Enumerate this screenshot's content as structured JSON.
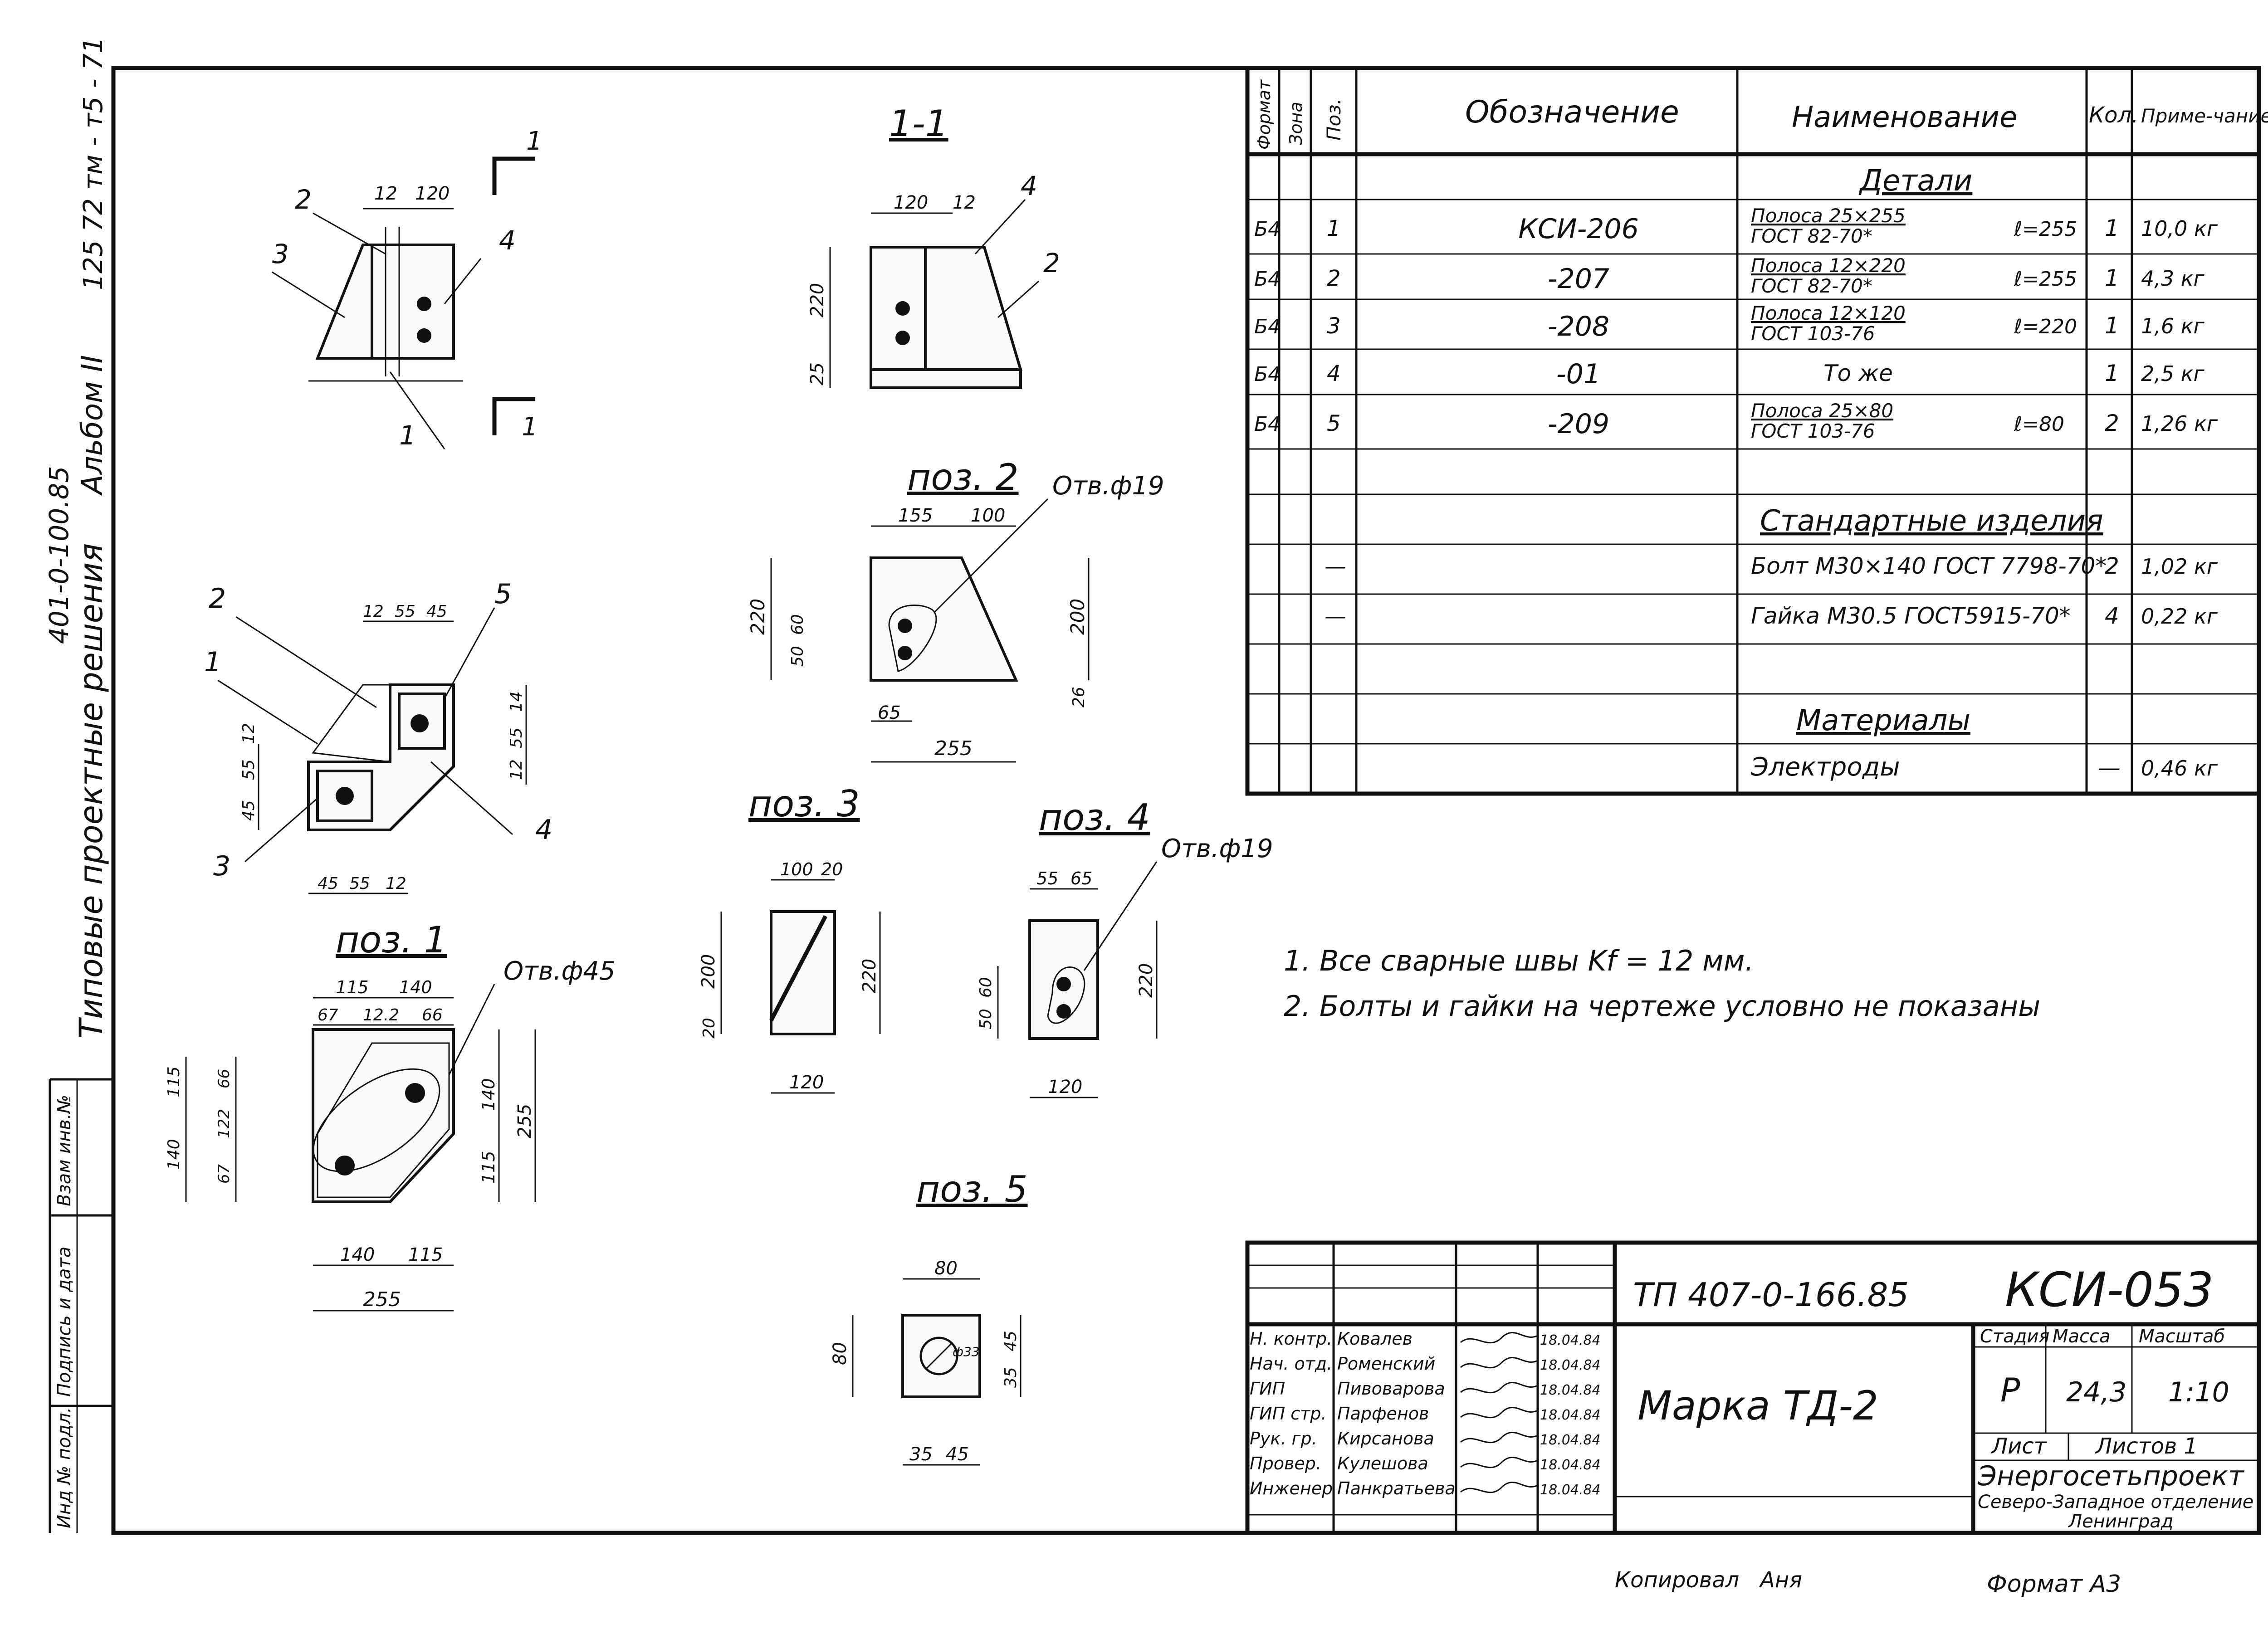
{
  "margin": {
    "album_code": "125 72 тм - т5 - 71",
    "album_title": "Альбом II",
    "project_code": "401-0-100.85",
    "series_title": "Типовые проектные решения",
    "inv_labels": [
      "Инд № подл.",
      "Подпись и дата",
      "Взам инв.№"
    ]
  },
  "spec": {
    "headers": [
      "Формат",
      "Зона",
      "Поз.",
      "Обозначение",
      "Наименование",
      "Кол.",
      "Приме-чание"
    ],
    "section_details": "Детали",
    "rows": [
      {
        "format": "Б4",
        "pos": "1",
        "designation": "КСИ-206",
        "name_top": "Полоса 25×255",
        "name_bottom": "ГОСТ 82-70*",
        "length": "ℓ=255",
        "qty": "1",
        "note": "10,0 кг"
      },
      {
        "format": "Б4",
        "pos": "2",
        "designation": "-207",
        "name_top": "Полоса 12×220",
        "name_bottom": "ГОСТ 82-70*",
        "length": "ℓ=255",
        "qty": "1",
        "note": "4,3 кг"
      },
      {
        "format": "Б4",
        "pos": "3",
        "designation": "-208",
        "name_top": "Полоса 12×120",
        "name_bottom": "ГОСТ 103-76",
        "length": "ℓ=220",
        "qty": "1",
        "note": "1,6 кг"
      },
      {
        "format": "Б4",
        "pos": "4",
        "designation": "-01",
        "name_top": "То же",
        "name_bottom": "",
        "length": "",
        "qty": "1",
        "note": "2,5 кг"
      },
      {
        "format": "Б4",
        "pos": "5",
        "designation": "-209",
        "name_top": "Полоса 25×80",
        "name_bottom": "ГОСТ 103-76",
        "length": "ℓ=80",
        "qty": "2",
        "note": "1,26 кг"
      }
    ],
    "section_standard": "Стандартные изделия",
    "standard_rows": [
      {
        "pos": "—",
        "name": "Болт М30×140 ГОСТ 7798-70*",
        "qty": "2",
        "note": "1,02 кг"
      },
      {
        "pos": "—",
        "name": "Гайка М30.5 ГОСТ5915-70*",
        "qty": "4",
        "note": "0,22 кг"
      }
    ],
    "section_materials": "Материалы",
    "material_rows": [
      {
        "name": "Электроды",
        "qty": "—",
        "note": "0,46 кг"
      }
    ]
  },
  "notes": [
    "1. Все сварные швы Kf = 12 мм.",
    "2. Болты и гайки на чертеже условно не показаны"
  ],
  "views": {
    "section_1_1": "1-1",
    "pos1": "поз. 1",
    "pos2": "поз. 2",
    "pos3": "поз. 3",
    "pos4": "поз. 4",
    "pos5": "поз. 5",
    "hole45": "Отв.ф45",
    "hole19a": "Отв.ф19",
    "hole19b": "Отв.ф19",
    "dims": {
      "top_12": "12",
      "top_120": "120",
      "s11_120": "120",
      "s11_12": "12",
      "s11_220": "220",
      "s11_25": "25",
      "p2_155": "155",
      "p2_100": "100",
      "p2_220": "220",
      "p2_200": "200",
      "p2_50": "50",
      "p2_60": "60",
      "p2_65": "65",
      "p2_255": "255",
      "p2_26": "26",
      "pl_12": "12",
      "pl_55": "55",
      "pl_45": "45",
      "pl_55b": "55",
      "pl_14": "14",
      "pl_12b": "12",
      "pl_45L": "45",
      "pl_55L": "55",
      "pl_12L": "12",
      "pl_45B": "45",
      "pl_55B": "55",
      "pl_12B": "12",
      "p1_115": "115",
      "p1_140": "140",
      "p1_67": "67",
      "p1_122": "12.2",
      "p1_66": "66",
      "p1_115L": "115",
      "p1_140L": "140",
      "p1_67L": "67",
      "p1_122L": "122",
      "p1_66L": "66",
      "p1_140R": "140",
      "p1_115R": "115",
      "p1_255R": "255",
      "p1_140B": "140",
      "p1_115B": "115",
      "p1_255B": "255",
      "p3_100": "100",
      "p3_20": "20",
      "p3_200": "200",
      "p3_220": "220",
      "p3_20b": "20",
      "p3_120": "120",
      "p4_55": "55",
      "p4_65": "65",
      "p4_50": "50",
      "p4_60": "60",
      "p4_220": "220",
      "p4_120": "120",
      "p5_80": "80",
      "p5_80L": "80",
      "p5_35": "35",
      "p5_45": "45",
      "p5_35B": "35",
      "p5_45B": "45",
      "p5_hole": "ф33"
    },
    "callouts": [
      "1",
      "2",
      "3",
      "4",
      "1",
      "2",
      "3",
      "4",
      "5"
    ]
  },
  "title_block": {
    "doc_code": "ТП 407-0-166.85",
    "mark_code": "КСИ-053",
    "title": "Марка ТД-2",
    "roles": [
      {
        "role": "Н. контр.",
        "name": "Ковалев",
        "date": "18.04.84"
      },
      {
        "role": "Нач. отд.",
        "name": "Роменский",
        "date": "18.04.84"
      },
      {
        "role": "ГИП",
        "name": "Пивоварова",
        "date": "18.04.84"
      },
      {
        "role": "ГИП стр.",
        "name": "Парфенов",
        "date": "18.04.84"
      },
      {
        "role": "Рук. гр.",
        "name": "Кирсанова",
        "date": "18.04.84"
      },
      {
        "role": "Провер.",
        "name": "Кулешова",
        "date": "18.04.84"
      },
      {
        "role": "Инженер",
        "name": "Панкратьева",
        "date": "18.04.84"
      }
    ],
    "stage_label": "Стадия",
    "mass_label": "Масса",
    "scale_label": "Масштаб",
    "stage": "Р",
    "mass": "24,3",
    "scale": "1:10",
    "sheet_label": "Лист",
    "sheets_label": "Листов 1",
    "org_name": "Энергосетьпроект",
    "org_branch": "Северо-Западное отделение",
    "org_city": "Ленинград"
  },
  "footer": {
    "copied_label": "Копировал",
    "copied_name": "Аня",
    "format": "Формат А3"
  }
}
